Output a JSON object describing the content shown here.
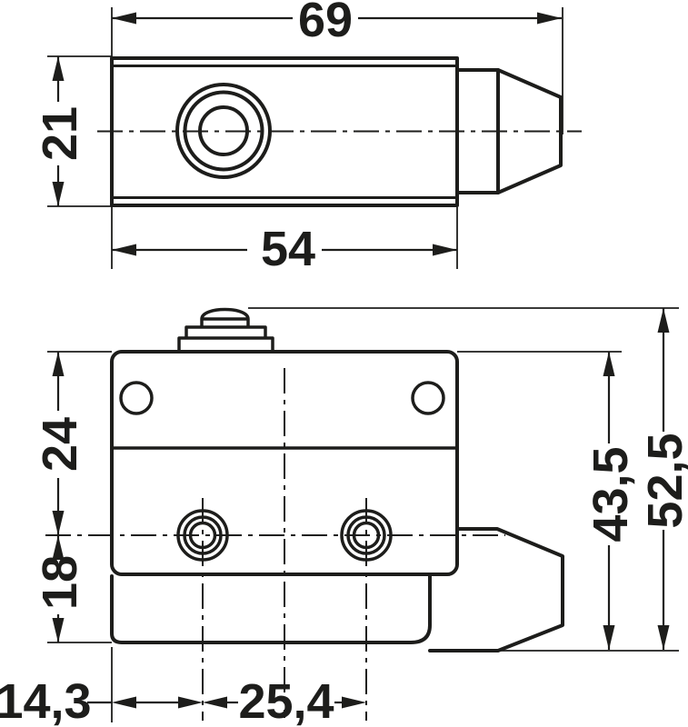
{
  "style": {
    "background": "#ffffff",
    "line_color": "#1d1d1b"
  },
  "dimensions": {
    "total_length": "69",
    "body_height": "21",
    "body_length": "54",
    "top_to_hole_axis": "24",
    "hole_axis_to_bottom": "18",
    "edge_to_first_hole": "14,3",
    "hole_spacing": "25,4",
    "base_to_body_top": "43,5",
    "base_to_plunger_top": "52,5"
  }
}
